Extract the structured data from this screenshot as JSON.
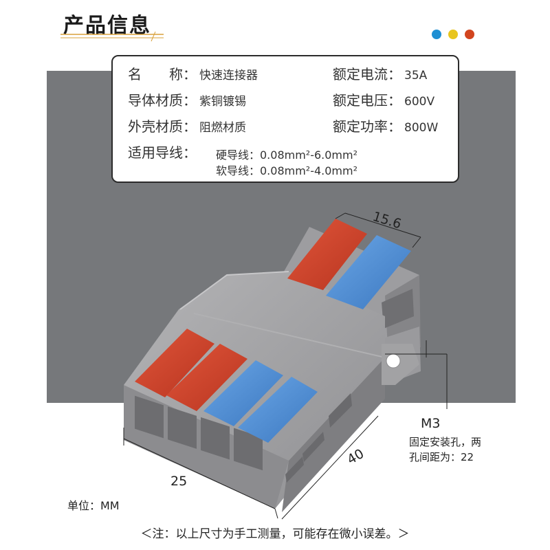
{
  "header": {
    "title": "产品信息",
    "dot_colors": [
      "#1e8fd3",
      "#e8c51e",
      "#d2451e"
    ]
  },
  "specs": {
    "name_label": "名　　称：",
    "name_value": "快速连接器",
    "conductor_label": "导体材质：",
    "conductor_value": "紫铜镀锡",
    "shell_label": "外壳材质：",
    "shell_value": "阻燃材质",
    "current_label": "额定电流：",
    "current_value": "35A",
    "voltage_label": "额定电压：",
    "voltage_value": "600V",
    "power_label": "额定功率：",
    "power_value": "800W",
    "wire_label": "适用导线：",
    "wire_hard": "硬导线：0.08mm²-6.0mm²",
    "wire_soft": "软导线：0.08mm²-4.0mm²"
  },
  "dimensions": {
    "top_width": "15.6",
    "front_width": "25",
    "length": "40",
    "hole_title": "M3",
    "hole_desc_1": "固定安装孔，两",
    "hole_desc_2": "孔间距为：22"
  },
  "unit_note": "单位：MM",
  "footer_note": "＜注：以上尺寸为手工测量，可能存在微小误差。＞",
  "colors": {
    "background_gray": "#76787b",
    "housing_gray": "#a3a3a5",
    "lever_red": "#d4432a",
    "lever_blue": "#4f8fd6"
  }
}
